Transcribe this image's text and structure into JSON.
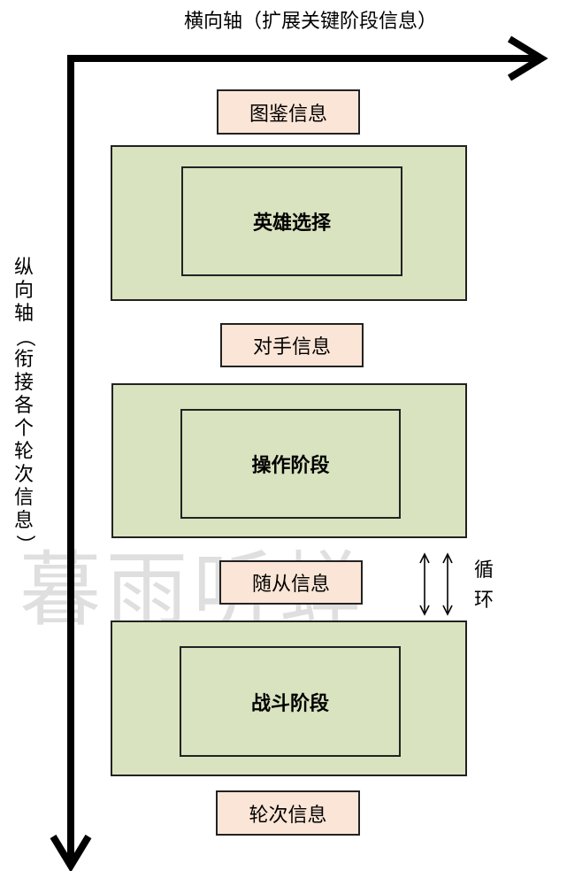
{
  "axes": {
    "horizontal_label": "横向轴（扩展关键阶段信息）",
    "vertical_label_chars": [
      "纵",
      "向",
      "轴",
      "（",
      "衔",
      "接",
      "各",
      "个",
      "轮",
      "次",
      "信",
      "息",
      "）"
    ]
  },
  "boxes": {
    "codex_info": "图鉴信息",
    "hero_select": "英雄选择",
    "opponent_info": "对手信息",
    "operation_phase": "操作阶段",
    "minion_info": "随从信息",
    "battle_phase": "战斗阶段",
    "round_info": "轮次信息"
  },
  "loop": {
    "label_chars": [
      "循",
      "环"
    ]
  },
  "watermark": "暮雨听蝉",
  "colors": {
    "info_fill": "#fbe5d6",
    "phase_fill": "#d9e3bf",
    "stroke": "#222222"
  }
}
